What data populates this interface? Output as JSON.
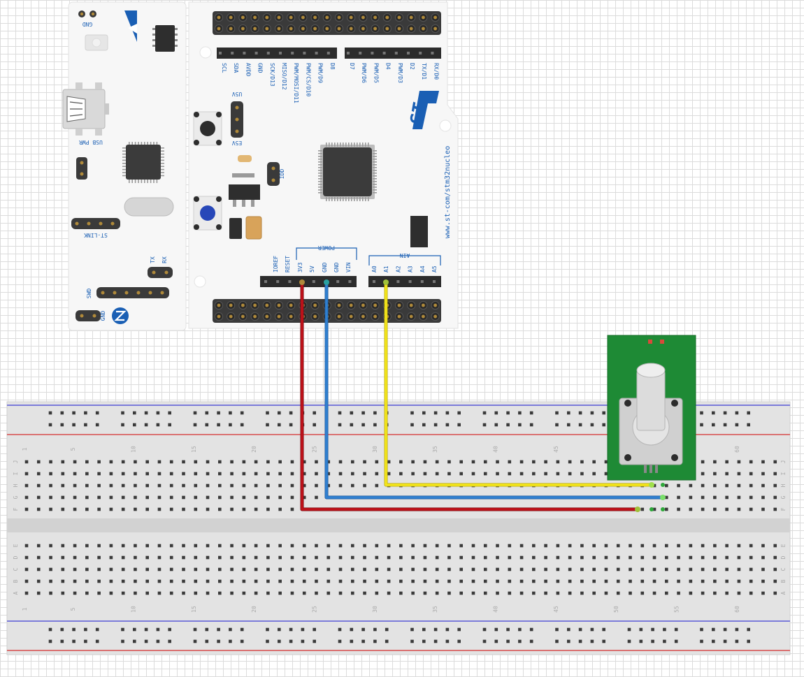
{
  "board": {
    "logo": "ST",
    "url": "www.st-com/stm32nucleo",
    "top_header_labels": [
      "SCL",
      "SDA",
      "AVDD",
      "GND",
      "SCK/D13",
      "MISO/D12",
      "PWM/MOSI/D11",
      "PWM/CS/D10",
      "PWM/D9",
      "D8"
    ],
    "top_header_labels_right": [
      "D7",
      "PWM/D6",
      "PWM/D5",
      "D4",
      "PWM/D3",
      "D2",
      "TX/D1",
      "RX/D0"
    ],
    "power_group_label": "POWER",
    "power_pins": [
      "IOREF",
      "RESET",
      "3V3",
      "5V",
      "GND",
      "GND",
      "VIN"
    ],
    "analog_group_label": "AIN",
    "analog_pins": [
      "A0",
      "A1",
      "A2",
      "A3",
      "A4",
      "A5"
    ],
    "left_labels": {
      "gnd_top": "GND",
      "usb_pwr": "USB PWR",
      "st_link": "ST-LINK",
      "tx": "TX",
      "rx": "RX",
      "swd": "SWD",
      "gnd_bottom": "GND"
    },
    "jumper_labels": {
      "u5v": "U5V",
      "e5v": "E5V",
      "idd": "IDD"
    }
  },
  "breadboard": {
    "column_numbers": [
      "1",
      "5",
      "10",
      "15",
      "20",
      "25",
      "30",
      "35",
      "40",
      "45",
      "50",
      "55",
      "60"
    ],
    "row_letters_top": [
      "J",
      "I",
      "H",
      "G",
      "F"
    ],
    "row_letters_bottom": [
      "E",
      "D",
      "C",
      "B",
      "A"
    ]
  },
  "wires": [
    {
      "name": "red-wire",
      "from": "3V3",
      "color": "#c0111a"
    },
    {
      "name": "blue-wire",
      "from": "GND",
      "color": "#2f7fd0"
    },
    {
      "name": "yellow-wire",
      "from": "A1",
      "color": "#f3e51a"
    }
  ],
  "colors": {
    "board": "#f7f7f7",
    "header": "#2c2c2c",
    "breadboard": "#e3e3e3",
    "rail_blue": "#5a5ad8",
    "rail_red": "#d84c4c",
    "pcb_green": "#1e8a35",
    "st_blue": "#1a5fb4"
  }
}
